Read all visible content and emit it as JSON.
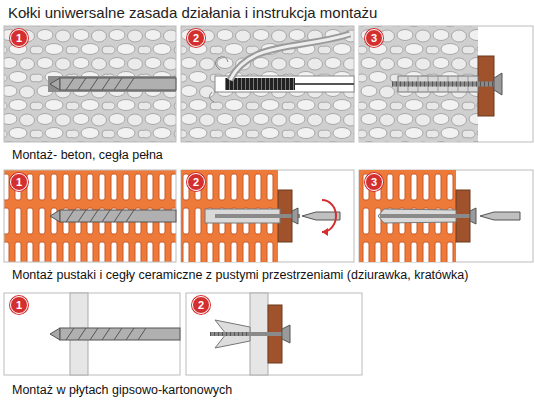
{
  "diagram": {
    "title": "Kołki uniwersalne zasada działania i instrukcja montażu",
    "labels": [
      "1",
      "2",
      "3",
      "Montaż- beton, cegła pełna",
      "1",
      "2",
      "3",
      "Montaż pustaki i cegły ceramiczne z pustymi przestrzeniami (dziurawka, kratówka)",
      "1",
      "2",
      "Montaż w płytach gipsowo-kartonowych"
    ]
  }
}
